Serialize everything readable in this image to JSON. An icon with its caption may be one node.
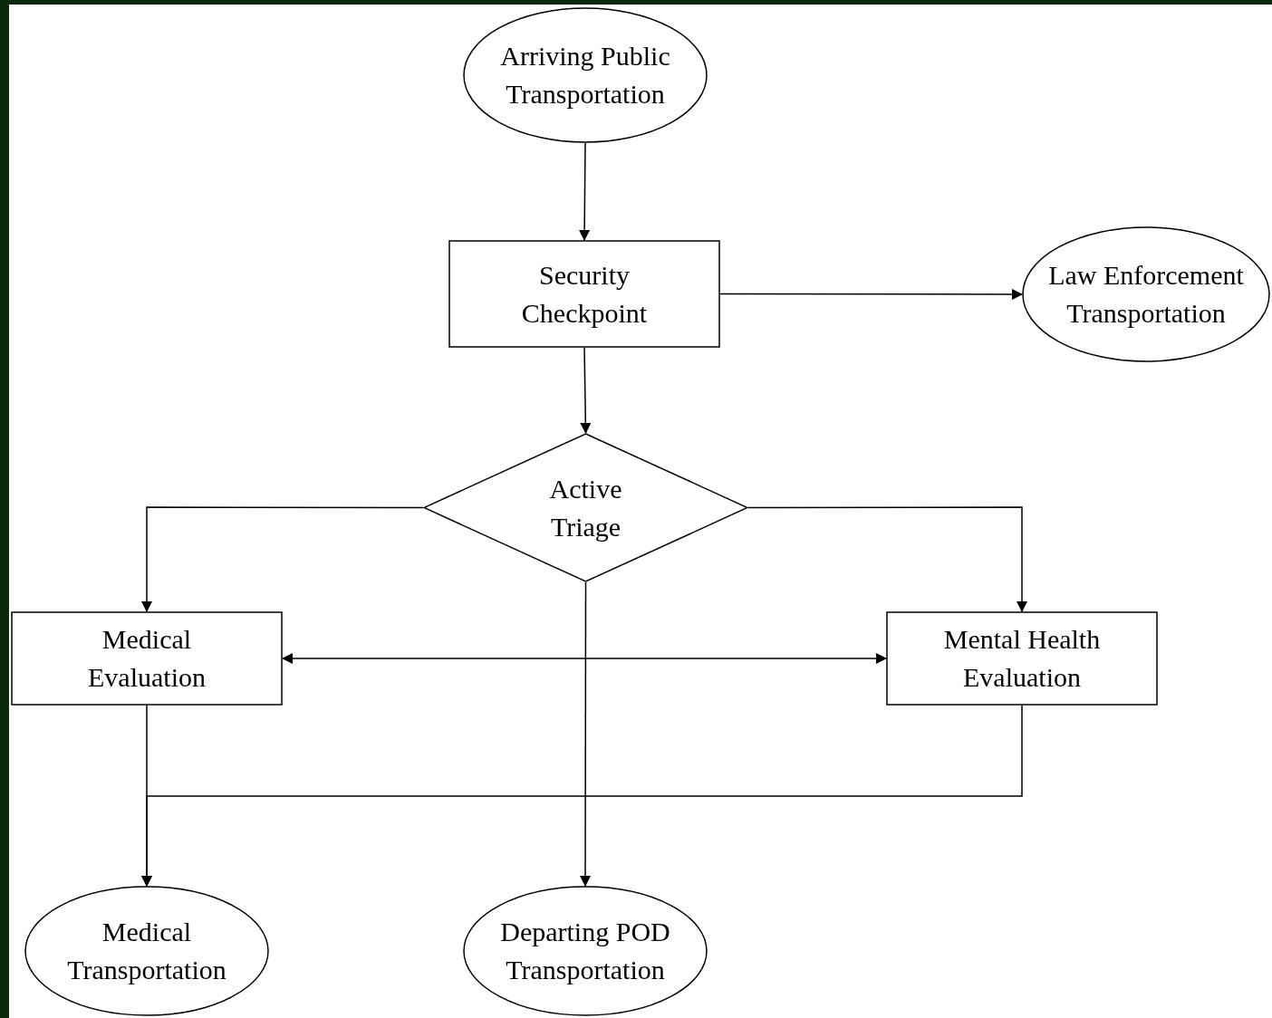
{
  "diagram": {
    "nodes": [
      {
        "text": [
          "Arriving Public Transportation"
        ]
      },
      {
        "text": [
          "Security Checkpoint"
        ]
      },
      {
        "text": [
          "Law Enforcement Transportation"
        ]
      },
      {
        "text": [
          "Active Triage"
        ]
      },
      {
        "text": [
          "Medical Evaluation"
        ]
      },
      {
        "text": [
          "Mental Health Evaluation"
        ]
      },
      {
        "text": [
          "Medical Transportation"
        ]
      },
      {
        "text": [
          "Departing POD Transportation"
        ]
      }
    ],
    "edges": [
      {
        "from": 0,
        "to": 1,
        "arrow": "to"
      },
      {
        "from": 1,
        "to": 2,
        "arrow": "to"
      },
      {
        "from": 1,
        "to": 3,
        "arrow": "to"
      },
      {
        "from": 3,
        "to": 4,
        "arrow": "to"
      },
      {
        "from": 3,
        "to": 5,
        "arrow": "to"
      },
      {
        "from": 4,
        "to": 5,
        "arrow": "both"
      },
      {
        "from": 3,
        "to": 7,
        "arrow": "to"
      },
      {
        "from": 4,
        "to": 6,
        "arrow": "to"
      },
      {
        "from": 5,
        "to": 6,
        "arrow": "to"
      }
    ]
  }
}
